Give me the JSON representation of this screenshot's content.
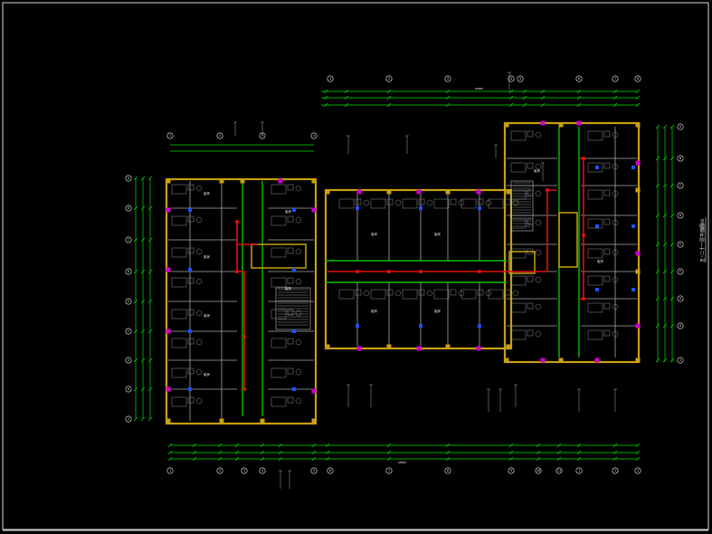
{
  "drawing": {
    "title": "五~二十一层平面图",
    "title_scale": "1:100",
    "colors": {
      "background": "#000000",
      "frame": "#d8d8d8",
      "dimension": "#00e000",
      "wall": "#c8a010",
      "pipe_hot": "#e01010",
      "marker": "#2050ff",
      "valve": "#d000d0",
      "furniture": "#a0a0a0",
      "grid_text": "#ffffff"
    },
    "top_axes": [
      "1",
      "2",
      "3",
      "4",
      "5",
      "6",
      "7",
      "8",
      "9",
      "10",
      "11"
    ],
    "bottom_axes": [
      "1",
      "2",
      "3",
      "4",
      "5",
      "6",
      "7",
      "8",
      "9",
      "10",
      "11"
    ],
    "left_axes": [
      "A",
      "B",
      "C",
      "D",
      "E",
      "F",
      "G",
      "H",
      "J"
    ],
    "right_axes": [
      "A",
      "B",
      "C",
      "D",
      "E",
      "F",
      "G",
      "H",
      "J"
    ],
    "room_labels": [
      "客房",
      "客房",
      "客房",
      "客房",
      "客房",
      "客房",
      "客房",
      "客房",
      "客房",
      "客房",
      "客房",
      "客房"
    ],
    "overall_dim_top": "60000",
    "overall_dim_bottom": "68000"
  }
}
